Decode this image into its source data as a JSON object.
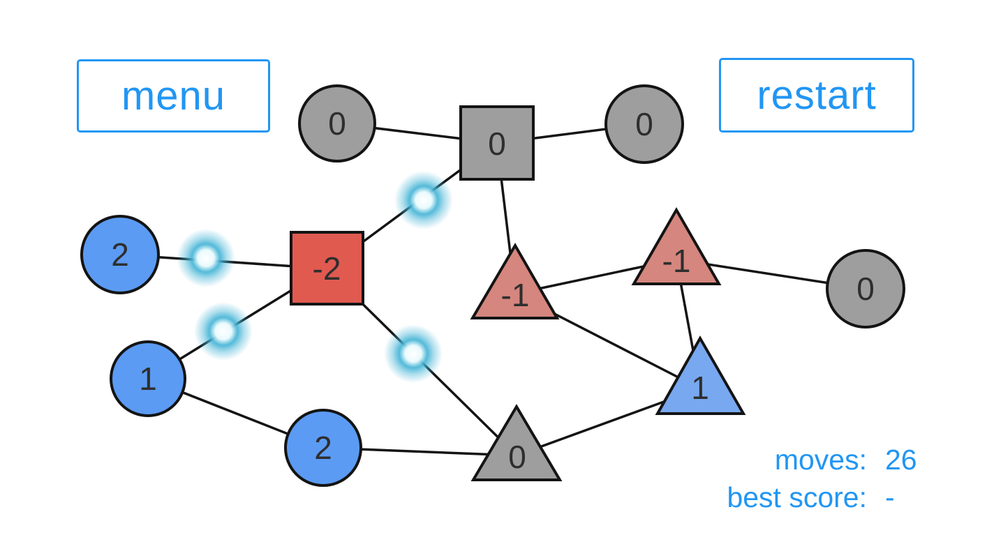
{
  "buttons": {
    "menu": "menu",
    "restart": "restart"
  },
  "status": {
    "moves_label": "moves:",
    "moves_value": "26",
    "best_score_label": "best score:",
    "best_score_value": "-"
  },
  "colors": {
    "accent_blue": "#2196F3",
    "node_gray": "#9E9E9E",
    "node_blue": "#5B9BF3",
    "node_blue_light": "#78A8EF",
    "node_red": "#E05A50",
    "node_red_light": "#D5867E",
    "glow_cyan": "#45B4D6",
    "edge_black": "#141414",
    "number_text": "#2e2e2e"
  },
  "graph": {
    "nodes": [
      {
        "id": "n0",
        "shape": "circle",
        "color": "gray",
        "value": "0"
      },
      {
        "id": "n1",
        "shape": "square",
        "color": "gray",
        "value": "0"
      },
      {
        "id": "n2",
        "shape": "circle",
        "color": "gray",
        "value": "0"
      },
      {
        "id": "n3",
        "shape": "circle",
        "color": "blue",
        "value": "2"
      },
      {
        "id": "n4",
        "shape": "square",
        "color": "red",
        "value": "-2"
      },
      {
        "id": "n5",
        "shape": "triangle",
        "color": "red",
        "value": "-1"
      },
      {
        "id": "n6",
        "shape": "triangle",
        "color": "red",
        "value": "-1"
      },
      {
        "id": "n7",
        "shape": "circle",
        "color": "gray",
        "value": "0"
      },
      {
        "id": "n8",
        "shape": "circle",
        "color": "blue",
        "value": "1"
      },
      {
        "id": "n9",
        "shape": "triangle",
        "color": "blue",
        "value": "1"
      },
      {
        "id": "n10",
        "shape": "circle",
        "color": "blue",
        "value": "2"
      },
      {
        "id": "n11",
        "shape": "triangle",
        "color": "gray",
        "value": "0"
      }
    ],
    "edges": [
      [
        "n0",
        "n1"
      ],
      [
        "n1",
        "n2"
      ],
      [
        "n1",
        "n5"
      ],
      [
        "n1",
        "n4"
      ],
      [
        "n3",
        "n4"
      ],
      [
        "n8",
        "n4"
      ],
      [
        "n4",
        "n11"
      ],
      [
        "n5",
        "n6"
      ],
      [
        "n5",
        "n9"
      ],
      [
        "n6",
        "n7"
      ],
      [
        "n6",
        "n9"
      ],
      [
        "n8",
        "n10"
      ],
      [
        "n10",
        "n11"
      ],
      [
        "n11",
        "n9"
      ]
    ],
    "glow_dots_on_edges": [
      "n1-n4",
      "n3-n4",
      "n8-n4",
      "n4-n11"
    ]
  }
}
